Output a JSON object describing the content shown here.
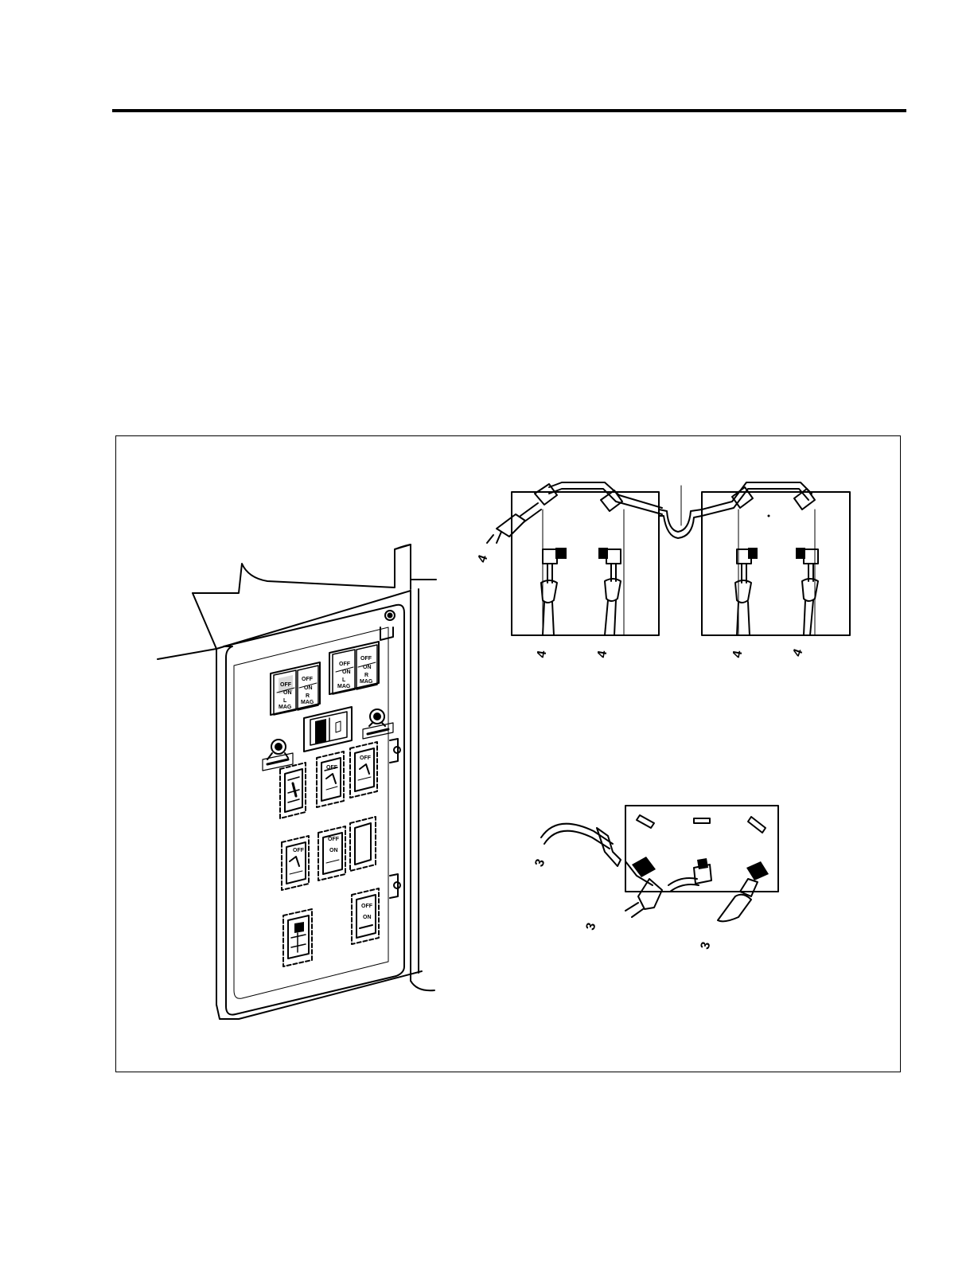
{
  "switch_labels": {
    "off": "OFF",
    "on": "ON",
    "l_mag_line1": "L",
    "r_mag_line1": "R",
    "mag_line2": "MAG"
  },
  "callouts": {
    "c1": "4",
    "c2": "4",
    "c3": "4",
    "c4": "4",
    "c5": "4",
    "c6": "3",
    "c7": "3",
    "c8": "3"
  },
  "colors": {
    "ink": "#000000",
    "paper": "#ffffff"
  }
}
